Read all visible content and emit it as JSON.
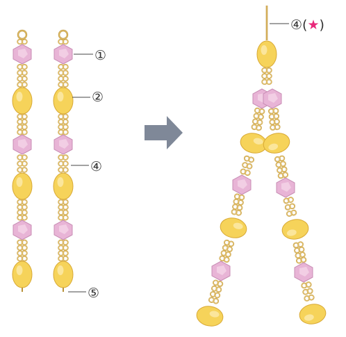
{
  "colors": {
    "background": "#ffffff",
    "pink_bead": "#e8b4d6",
    "pink_bead_stroke": "#c88db4",
    "yellow_bead": "#f6d35a",
    "yellow_bead_stroke": "#d8a935",
    "chain": "#e6c26c",
    "chain_stroke": "#b8923a",
    "leader": "#444444",
    "arrow": "#7f8898",
    "star": "#e8287a"
  },
  "labels": {
    "label_1": "①",
    "label_2": "②",
    "label_4": "④",
    "label_5": "⑤",
    "label_top_num": "④",
    "label_top_open": "(",
    "label_top_star": "★",
    "label_top_close": ")"
  },
  "left_panel": {
    "strand_count": 2,
    "bead_pattern": [
      "pink",
      "yellow",
      "pink",
      "yellow",
      "pink",
      "yellow"
    ]
  },
  "right_panel": {
    "top_bead": "yellow",
    "branch_count": 2,
    "branch_pattern": [
      "pink",
      "yellow",
      "pink",
      "yellow",
      "pink",
      "yellow"
    ]
  }
}
